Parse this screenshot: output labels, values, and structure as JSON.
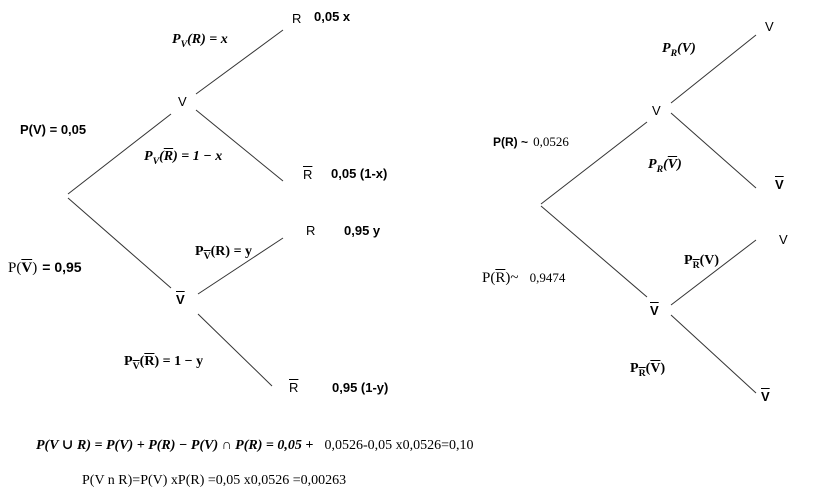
{
  "left_tree": {
    "root_to_v": "P(V) = 0,05",
    "root_to_vbar": "= 0,95",
    "node_v": "V",
    "node_vbar": "V",
    "leaf_r_top": "R",
    "leaf_r_top_value": "0,05 x",
    "leaf_rbar_top": "R",
    "leaf_rbar_top_value": "0,05 (1-x)",
    "leaf_r_bottom": "R",
    "leaf_r_bottom_value": "0,95 y",
    "leaf_rbar_bottom": "R",
    "leaf_rbar_bottom_value": "0,95 (1-y)",
    "pv_r": "= x",
    "pv_rbar": "= 1 − x",
    "pvbar_r": "= y",
    "pvbar_rbar": "= 1 − y"
  },
  "right_tree": {
    "root_to_r": "0,0526",
    "root_to_rbar": "0,9474",
    "node_r": "V",
    "node_rbar": "V",
    "leaf_v_top": "V",
    "leaf_vbar_top": "V",
    "leaf_v_bottom": "V",
    "leaf_vbar_bottom": "V"
  },
  "formulas": {
    "union_lhs": "P(V ∪ R) = P(V) + P(R) − P(V) ∩ P(R) = 0,05 +",
    "union_rhs": "0,0526-0,05 x0,0526=0,10",
    "intersection": "P(V n R)=P(V) xP(R) =0,05 x0,0526 =0,00263"
  }
}
